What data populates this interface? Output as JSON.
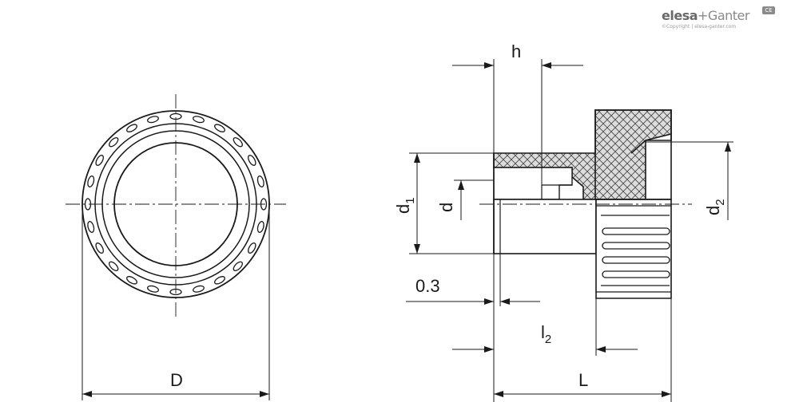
{
  "logo": {
    "brand": "elesa",
    "plus_brand": "+Ganter",
    "copyright": "©Copyright | elesa-ganter.com",
    "badge": "CE"
  },
  "dimensions": {
    "D": "D",
    "L": "L",
    "h": "h",
    "d1": "d",
    "d1_sub": "1",
    "d": "d",
    "d2": "d",
    "d2_sub": "2",
    "l2": "l",
    "l2_sub": "2",
    "offset": "0.3"
  },
  "colors": {
    "line": "#1a1a1a",
    "hatch": "#d9d9d9"
  }
}
